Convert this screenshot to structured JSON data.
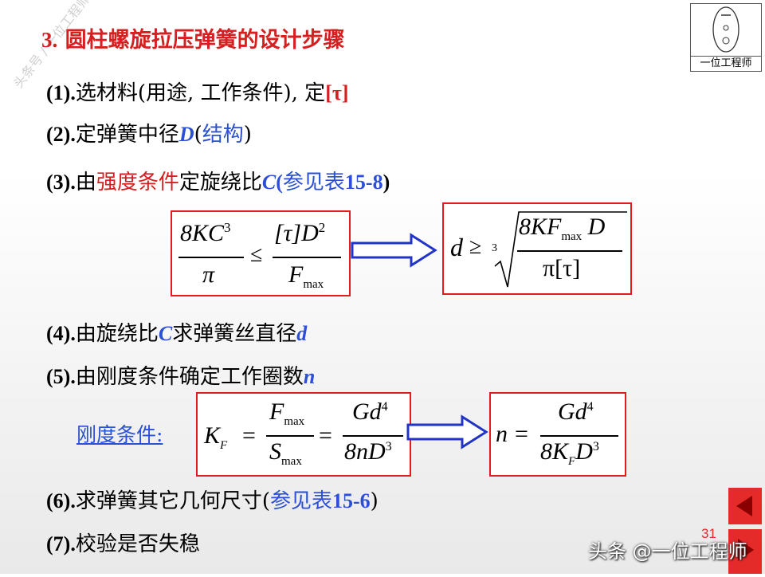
{
  "title": {
    "num": "3.",
    "text": "圆柱螺旋拉压弹簧的设计步骤"
  },
  "steps": [
    {
      "num": "(1).",
      "parts": [
        "选材料(用途, 工作条件), 定",
        "[τ]"
      ]
    },
    {
      "num": "(2).",
      "parts": [
        "定弹簧中径",
        "D",
        "(",
        "结构",
        ")"
      ]
    },
    {
      "num": "(3).",
      "parts": [
        "由",
        "强度条件",
        "定旋绕比",
        "C",
        "(",
        "参见表",
        "15-8",
        ")"
      ]
    },
    {
      "num": "(4).",
      "parts": [
        "由旋绕比",
        "C",
        "求弹簧丝直径",
        "d"
      ]
    },
    {
      "num": "(5).",
      "parts": [
        "由刚度条件确定工作圈数",
        "n"
      ]
    },
    {
      "num": "(6).",
      "parts": [
        "求弹簧其它几何尺寸(",
        "参见表",
        "15-6",
        ")"
      ]
    },
    {
      "num": "(7).",
      "parts": [
        "校验是否失稳"
      ]
    }
  ],
  "stiffness_label": "刚度条件:",
  "formula1": {
    "num": "8KC",
    "exp": "3",
    "den": "π",
    "rel": "≤",
    "rnum": "[τ]D",
    "rexp": "2",
    "rden": "F",
    "rsub": "max"
  },
  "formula2": {
    "lhs": "d",
    "rel": "≥",
    "root": "3",
    "num_a": "8KF",
    "num_sub": "max",
    "num_b": "D",
    "den": "π[τ]"
  },
  "formula3": {
    "lhs": "K",
    "lsub": "F",
    "eq": "=",
    "n1": "F",
    "n1sub": "max",
    "d1": "S",
    "d1sub": "max",
    "n2": "Gd",
    "n2exp": "4",
    "d2": "8nD",
    "d2exp": "3"
  },
  "formula4": {
    "lhs": "n",
    "eq": "=",
    "num": "Gd",
    "numexp": "4",
    "den_a": "8K",
    "den_sub": "F",
    "den_b": "D",
    "den_exp": "3"
  },
  "logo": {
    "text": "一位工程师"
  },
  "page_number": "31",
  "watermark": "头条 @一位工程师",
  "diagonal_watermark": "头条号 / 一位工程师",
  "colors": {
    "red": "#d42020",
    "blue": "#2b4fd6",
    "box_border": "#e21c1c"
  }
}
